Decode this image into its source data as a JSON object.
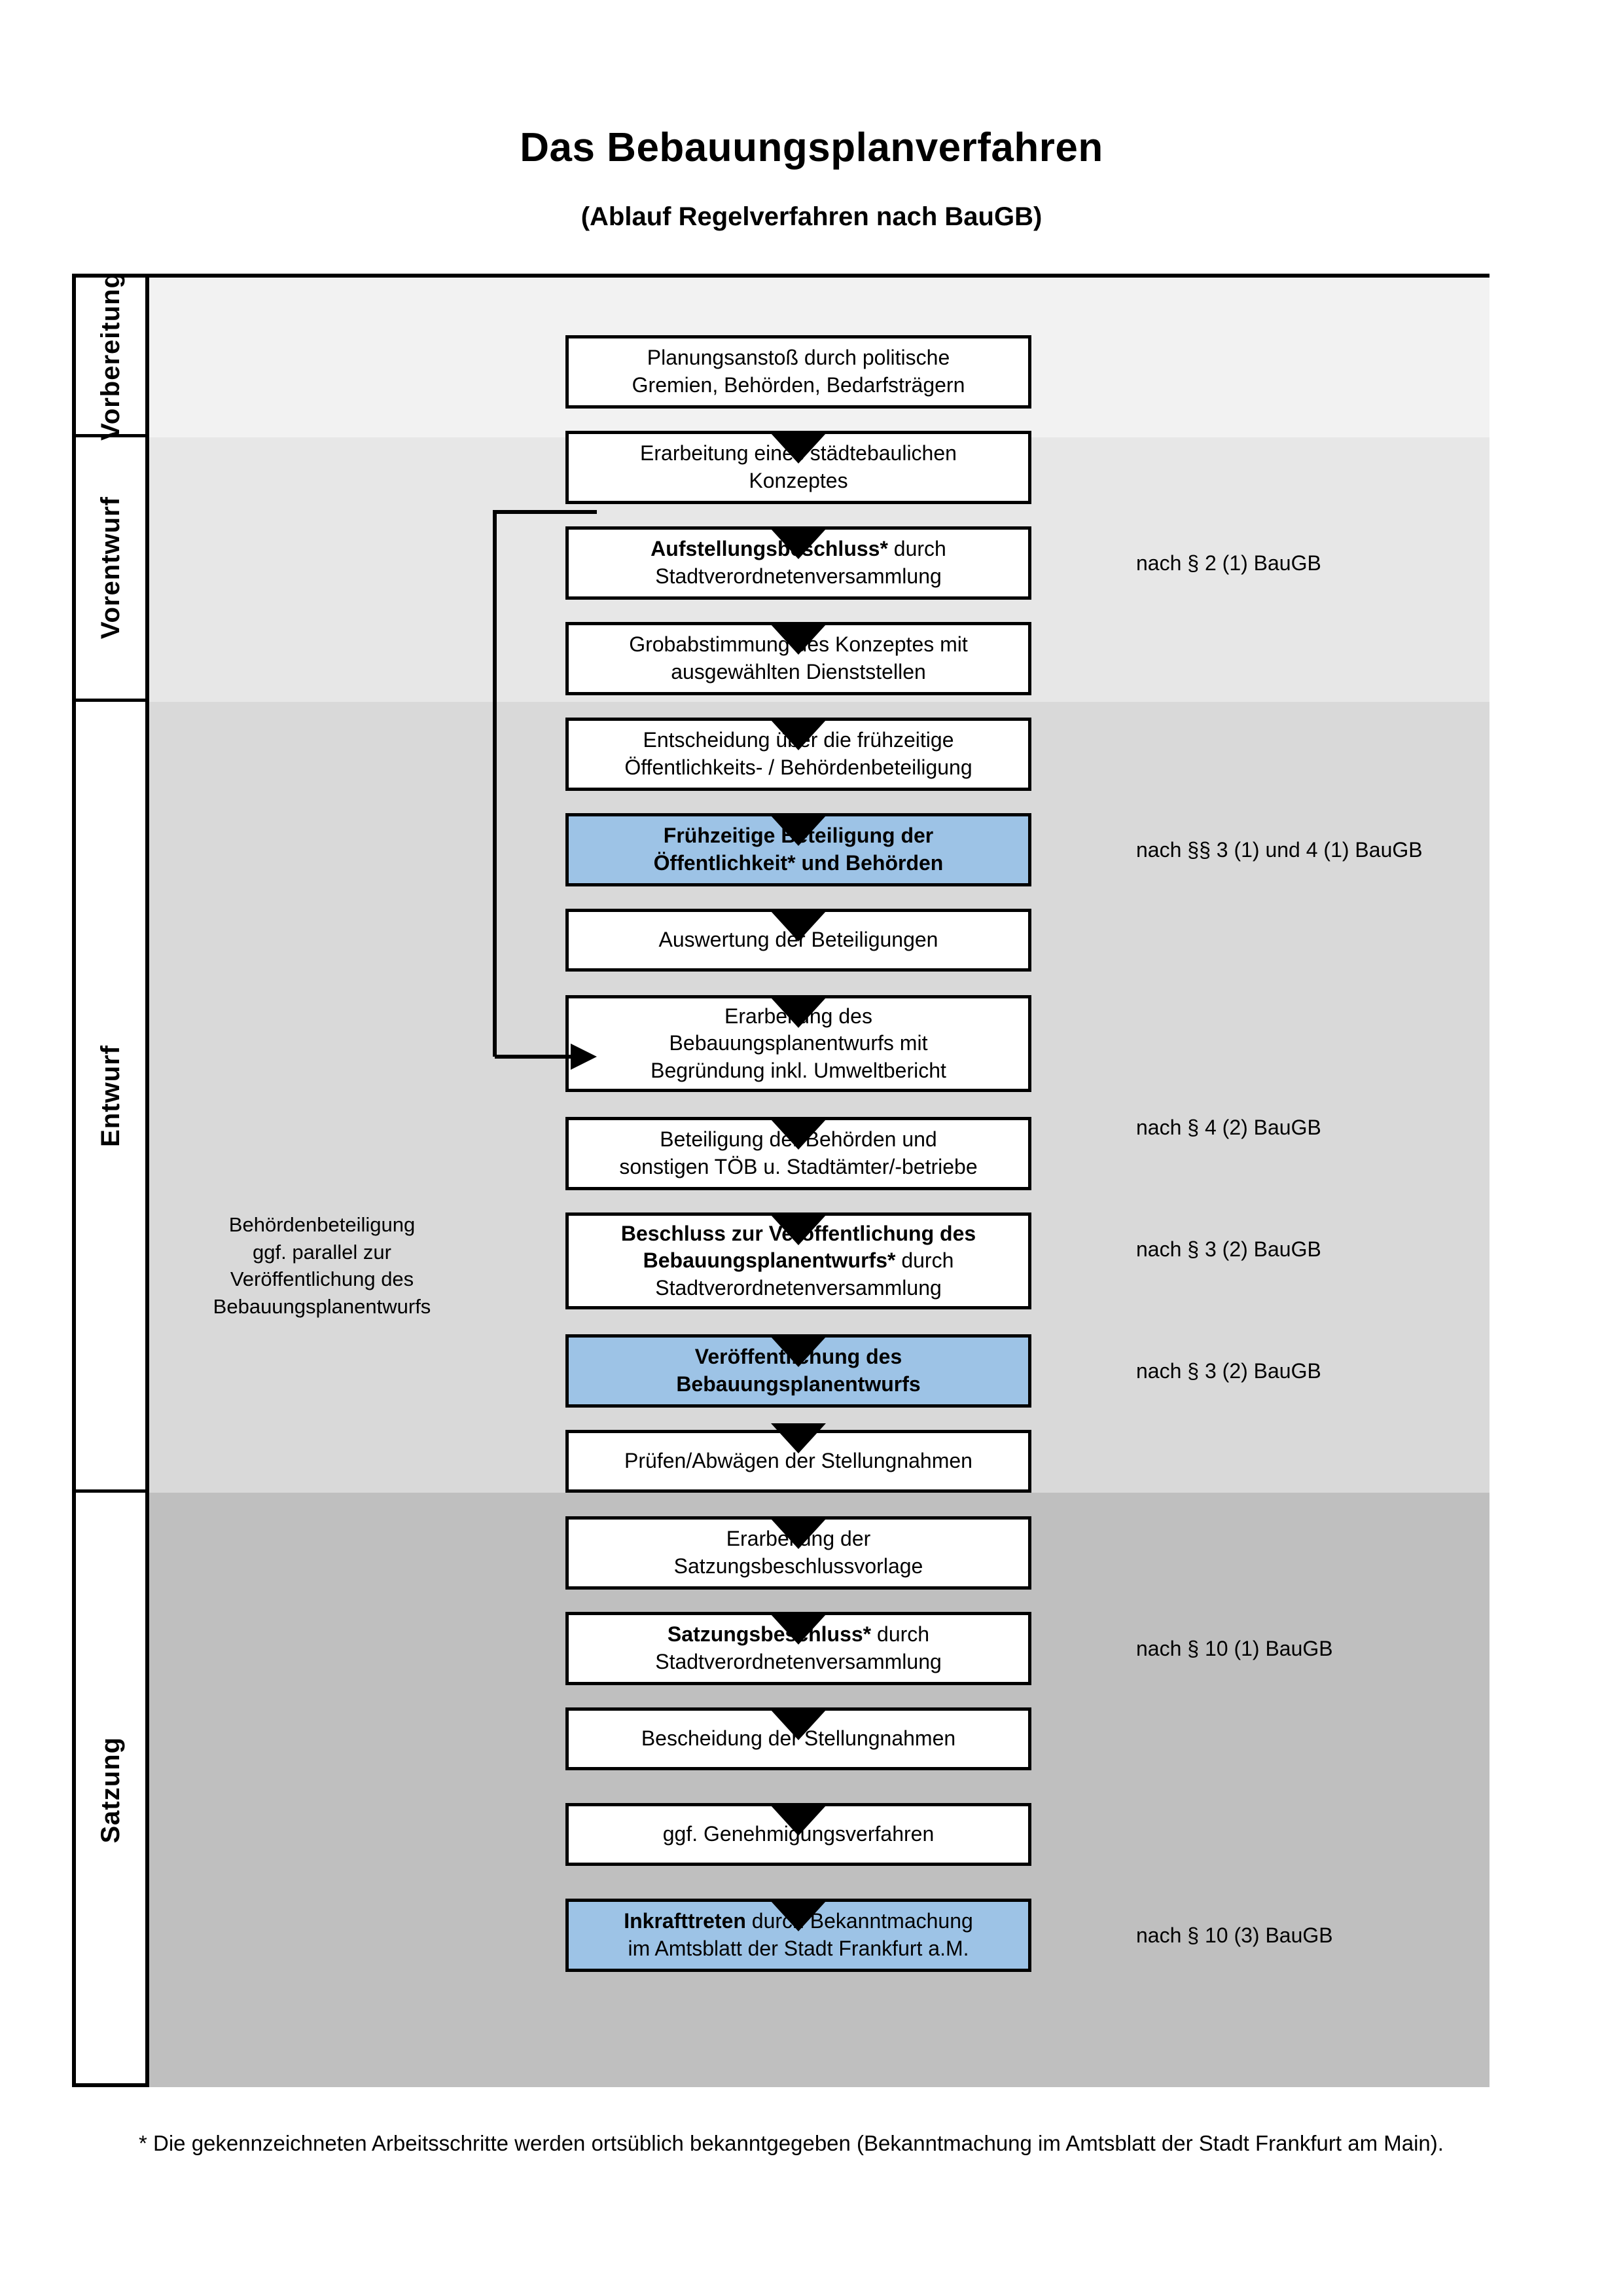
{
  "header": {
    "title": "Das Bebauungsplanverfahren",
    "subtitle": "(Ablauf Regelverfahren nach BauGB)"
  },
  "colors": {
    "highlight": "#9DC3E6",
    "band_vorbereitung": "#F2F2F2",
    "band_vorentwurf": "#E7E7E7",
    "band_entwurf": "#D9D9D9",
    "band_satzung": "#BFBFBF",
    "line": "#000000"
  },
  "phases": [
    {
      "label": "Vorbereitung"
    },
    {
      "label": "Vorentwurf"
    },
    {
      "label": "Entwurf"
    },
    {
      "label": "Satzung"
    }
  ],
  "steps": [
    {
      "id": "planungsanstoss",
      "phase": "Vorbereitung",
      "lines": [
        "Planungsanstoß durch politische",
        "Gremien, Behörden, Bedarfsträgern"
      ],
      "highlight": false,
      "bold_prefix": ""
    },
    {
      "id": "staedtebauliches-konzept",
      "phase": "Vorbereitung",
      "lines": [
        "Erarbeitung eines städtebaulichen",
        "Konzeptes"
      ],
      "highlight": false,
      "bold_prefix": ""
    },
    {
      "id": "aufstellungsbeschluss",
      "phase": "Vorbereitung",
      "lines": [
        "Aufstellungsbeschluss* durch",
        "Stadtverordnetenversammlung"
      ],
      "highlight": false,
      "bold_prefix": "Aufstellungsbeschluss*"
    },
    {
      "id": "grobabstimmung",
      "phase": "Vorentwurf",
      "lines": [
        "Grobabstimmung des Konzeptes mit",
        "ausgewählten Dienststellen"
      ],
      "highlight": false,
      "bold_prefix": ""
    },
    {
      "id": "entscheidung-fruehzeitig",
      "phase": "Vorentwurf",
      "lines": [
        "Entscheidung über die frühzeitige",
        "Öffentlichkeits- / Behördenbeteiligung"
      ],
      "highlight": false,
      "bold_prefix": ""
    },
    {
      "id": "fruehzeitige-beteiligung",
      "phase": "Vorentwurf",
      "lines": [
        "Frühzeitige Beteiligung der",
        "Öffentlichkeit* und Behörden"
      ],
      "highlight": true,
      "bold_prefix": ""
    },
    {
      "id": "auswertung-beteiligungen",
      "phase": "Entwurf",
      "lines": [
        "Auswertung der Beteiligungen"
      ],
      "highlight": false,
      "bold_prefix": ""
    },
    {
      "id": "erarbeitung-entwurf",
      "phase": "Entwurf",
      "lines": [
        "Erarbeitung des",
        "Bebauungsplanentwurfs mit",
        "Begründung inkl. Umweltbericht"
      ],
      "highlight": false,
      "bold_prefix": ""
    },
    {
      "id": "beteiligung-behoerden-toeb",
      "phase": "Entwurf",
      "lines": [
        "Beteiligung der Behörden und",
        "sonstigen TÖB u. Stadtämter/-betriebe"
      ],
      "highlight": false,
      "bold_prefix": ""
    },
    {
      "id": "beschluss-veroeffentlichung",
      "phase": "Entwurf",
      "lines": [
        "Beschluss zur Veröffentlichung des",
        "Bebauungsplanentwurfs* durch",
        "Stadtverordnetenversammlung"
      ],
      "highlight": false,
      "bold_prefix": "Beschluss zur Veröffentlichung des Bebauungsplanentwurfs*"
    },
    {
      "id": "veroeffentlichung-entwurf",
      "phase": "Entwurf",
      "lines": [
        "Veröffentlichung des",
        "Bebauungsplanentwurfs"
      ],
      "highlight": true,
      "bold_prefix": ""
    },
    {
      "id": "pruefen-abwaegen",
      "phase": "Satzung",
      "lines": [
        "Prüfen/Abwägen der Stellungnahmen"
      ],
      "highlight": false,
      "bold_prefix": ""
    },
    {
      "id": "satzungsbeschlussvorlage",
      "phase": "Satzung",
      "lines": [
        "Erarbeitung der",
        "Satzungsbeschlussvorlage"
      ],
      "highlight": false,
      "bold_prefix": ""
    },
    {
      "id": "satzungsbeschluss",
      "phase": "Satzung",
      "lines": [
        "Satzungsbeschluss* durch",
        "Stadtverordnetenversammlung"
      ],
      "highlight": false,
      "bold_prefix": "Satzungsbeschluss*"
    },
    {
      "id": "bescheidung-stellungnahmen",
      "phase": "Satzung",
      "lines": [
        "Bescheidung der Stellungnahmen"
      ],
      "highlight": false,
      "bold_prefix": ""
    },
    {
      "id": "genehmigungsverfahren",
      "phase": "Satzung",
      "lines": [
        "ggf. Genehmigungsverfahren"
      ],
      "highlight": false,
      "bold_prefix": ""
    },
    {
      "id": "inkrafttreten",
      "phase": "Satzung",
      "lines": [
        "Inkrafttreten durch Bekanntmachung",
        "im Amtsblatt der Stadt Frankfurt a.M."
      ],
      "highlight": true,
      "bold_prefix": "Inkrafttreten"
    }
  ],
  "legal_refs": [
    {
      "id": "ref-par2-1",
      "text": "nach § 2 (1) BauGB"
    },
    {
      "id": "ref-par3-1-4-1",
      "text": "nach §§ 3 (1) und 4 (1) BauGB"
    },
    {
      "id": "ref-par4-2",
      "text": "nach § 4 (2) BauGB"
    },
    {
      "id": "ref-par3-2-a",
      "text": "nach § 3 (2) BauGB"
    },
    {
      "id": "ref-par3-2-b",
      "text": "nach § 3 (2) BauGB"
    },
    {
      "id": "ref-par10-1",
      "text": "nach § 10 (1) BauGB"
    },
    {
      "id": "ref-par10-3",
      "text": "nach § 10 (3) BauGB"
    }
  ],
  "side_note": {
    "lines": [
      "Behördenbeteiligung",
      "ggf. parallel zur",
      "Veröffentlichung des",
      "Bebauungsplanentwurfs"
    ]
  },
  "footnote": {
    "text": "* Die gekennzeichneten Arbeitsschritte werden ortsüblich bekanntgegeben (Bekanntmachung im Amtsblatt  der Stadt Frankfurt am Main)."
  }
}
